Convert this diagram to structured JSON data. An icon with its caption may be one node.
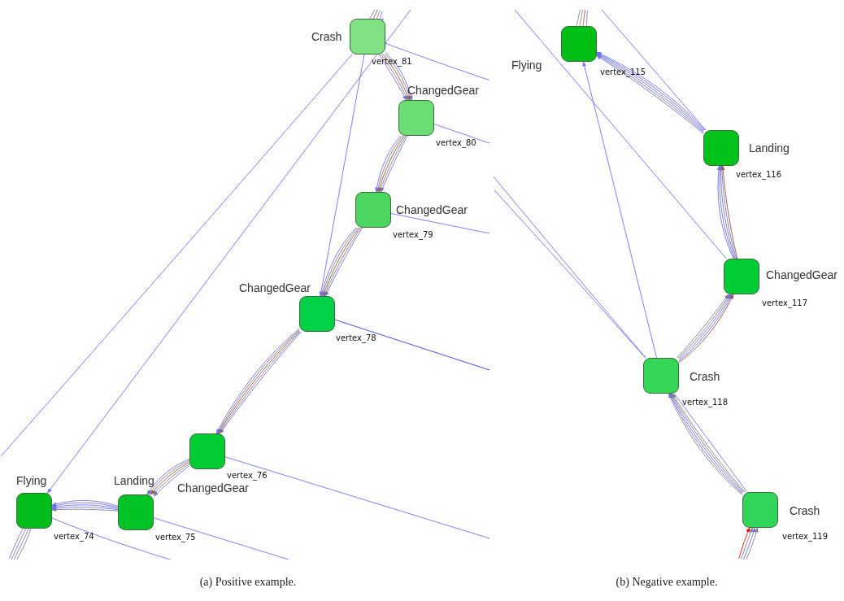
{
  "diagram": {
    "nodes": [
      {
        "text": [
          "Crash"
        ],
        "beside": [
          "vertex_81"
        ]
      },
      {
        "text": [
          "ChangedGear"
        ],
        "beside": [
          "vertex_80"
        ]
      },
      {
        "text": [
          "ChangedGear"
        ],
        "beside": [
          "vertex_79"
        ]
      },
      {
        "text": [
          "ChangedGear"
        ],
        "beside": [
          "vertex_78"
        ]
      },
      {
        "text": [
          "ChangedGear"
        ],
        "beside": [
          "vertex_76"
        ]
      },
      {
        "text": [
          "Landing"
        ],
        "beside": [
          "vertex_75"
        ]
      },
      {
        "text": [
          "Flying"
        ],
        "beside": [
          "vertex_74"
        ]
      },
      {
        "text": [
          "Flying"
        ],
        "beside": [
          "vertex_115"
        ]
      },
      {
        "text": [
          "Landing"
        ],
        "beside": [
          "vertex_116"
        ]
      },
      {
        "text": [
          "ChangedGear"
        ],
        "beside": [
          "vertex_117"
        ]
      },
      {
        "text": [
          "Crash"
        ],
        "beside": [
          "vertex_118"
        ]
      },
      {
        "text": [
          "Crash"
        ],
        "beside": [
          "vertex_119"
        ]
      }
    ],
    "edges": [
      {
        "from": 0,
        "to": 1,
        "arrow": "to"
      },
      {
        "from": 0,
        "to": 1,
        "arrow": "to",
        "color": "#808080"
      },
      {
        "from": 0,
        "to": 1,
        "arrow": "to",
        "color": "#a0523c"
      },
      {
        "from": 0,
        "to": 1,
        "arrow": "to",
        "color": "#808080"
      },
      {
        "from": 0,
        "to": 1,
        "arrow": "to"
      },
      {
        "from": 1,
        "to": 2,
        "arrow": "to"
      },
      {
        "from": 1,
        "to": 2,
        "arrow": "to",
        "color": "#808080"
      },
      {
        "from": 1,
        "to": 2,
        "arrow": "to",
        "color": "#a0523c"
      },
      {
        "from": 1,
        "to": 2,
        "arrow": "to",
        "color": "#808080"
      },
      {
        "from": 1,
        "to": 2,
        "arrow": "to"
      },
      {
        "from": 2,
        "to": 3,
        "arrow": "to"
      },
      {
        "from": 2,
        "to": 3,
        "arrow": "to",
        "color": "#808080"
      },
      {
        "from": 2,
        "to": 3,
        "arrow": "to",
        "color": "#a0523c"
      },
      {
        "from": 2,
        "to": 3,
        "arrow": "to",
        "color": "#808080"
      },
      {
        "from": 2,
        "to": 3,
        "arrow": "to"
      },
      {
        "from": 3,
        "to": 4,
        "arrow": "to"
      },
      {
        "from": 3,
        "to": 4,
        "arrow": "to",
        "color": "#808080"
      },
      {
        "from": 3,
        "to": 4,
        "arrow": "to",
        "color": "#a0523c"
      },
      {
        "from": 3,
        "to": 4,
        "arrow": "to",
        "color": "#808080"
      },
      {
        "from": 3,
        "to": 4,
        "arrow": "to"
      },
      {
        "from": 4,
        "to": 5,
        "arrow": "to"
      },
      {
        "from": 4,
        "to": 5,
        "arrow": "to",
        "color": "#808080"
      },
      {
        "from": 4,
        "to": 5,
        "arrow": "to",
        "color": "#a0523c"
      },
      {
        "from": 4,
        "to": 5,
        "arrow": "to",
        "color": "#808080"
      },
      {
        "from": 4,
        "to": 5,
        "arrow": "to"
      },
      {
        "from": 5,
        "to": 6,
        "arrow": "to",
        "color": "#808080"
      },
      {
        "from": 5,
        "to": 6,
        "arrow": "to"
      },
      {
        "from": 5,
        "to": 6,
        "arrow": "to"
      },
      {
        "from": 5,
        "to": 6,
        "arrow": "to"
      },
      {
        "from": 5,
        "to": 6,
        "arrow": "to"
      },
      {
        "from": null,
        "to": 0,
        "arrow": "to"
      },
      {
        "from": null,
        "to": 0,
        "arrow": "to",
        "color": "#808080"
      },
      {
        "from": null,
        "to": 0,
        "arrow": "to",
        "color": "#a0523c"
      },
      {
        "from": null,
        "to": 0,
        "arrow": "to"
      },
      {
        "from": 6,
        "to": null,
        "arrow": "none",
        "color": "#808080"
      },
      {
        "from": 6,
        "to": null,
        "arrow": "none"
      },
      {
        "from": 6,
        "to": null,
        "arrow": "none",
        "color": "#808080"
      },
      {
        "from": 6,
        "to": null,
        "arrow": "none"
      },
      {
        "from": 0,
        "to": 3,
        "arrow": "to"
      },
      {
        "from": null,
        "to": 6,
        "arrow": "to"
      },
      {
        "from": 0,
        "to": null,
        "arrow": "none"
      },
      {
        "from": 0,
        "to": null,
        "arrow": "none"
      },
      {
        "from": 1,
        "to": null,
        "arrow": "none"
      },
      {
        "from": 2,
        "to": null,
        "arrow": "none"
      },
      {
        "from": 3,
        "to": null,
        "arrow": "none",
        "color": "#3434f0"
      },
      {
        "from": 4,
        "to": null,
        "arrow": "none"
      },
      {
        "from": 5,
        "to": null,
        "arrow": "none"
      },
      {
        "from": 6,
        "to": null,
        "arrow": "none"
      },
      {
        "from": 11,
        "to": 10,
        "arrow": "to",
        "color": "#808080"
      },
      {
        "from": 11,
        "to": 10,
        "arrow": "to"
      },
      {
        "from": 11,
        "to": 10,
        "arrow": "to"
      },
      {
        "from": 11,
        "to": 10,
        "arrow": "to",
        "color": "#808080"
      },
      {
        "from": 11,
        "to": 10,
        "arrow": "to",
        "color": "#808080"
      },
      {
        "from": 10,
        "to": 9,
        "arrow": "to",
        "color": "#808080"
      },
      {
        "from": 10,
        "to": 9,
        "arrow": "to",
        "color": "#808080"
      },
      {
        "from": 10,
        "to": 9,
        "arrow": "to"
      },
      {
        "from": 10,
        "to": 9,
        "arrow": "to"
      },
      {
        "from": 10,
        "to": 9,
        "arrow": "to",
        "color": "#a0523c"
      },
      {
        "from": 9,
        "to": 8,
        "arrow": "to"
      },
      {
        "from": 9,
        "to": 8,
        "arrow": "to"
      },
      {
        "from": 9,
        "to": 8,
        "arrow": "to",
        "color": "#808080"
      },
      {
        "from": 9,
        "to": 8,
        "arrow": "to"
      },
      {
        "from": 9,
        "to": 8,
        "arrow": "to",
        "color": "#a0523c"
      },
      {
        "from": 8,
        "to": 7,
        "arrow": "to"
      },
      {
        "from": 8,
        "to": 7,
        "arrow": "to",
        "color": "#808080"
      },
      {
        "from": 8,
        "to": 7,
        "arrow": "to"
      },
      {
        "from": 8,
        "to": 7,
        "arrow": "to"
      },
      {
        "from": 8,
        "to": 7,
        "arrow": "to"
      },
      {
        "from": 7,
        "to": null,
        "arrow": "none",
        "color": "#808080"
      },
      {
        "from": 7,
        "to": null,
        "arrow": "none",
        "color": "#808080"
      },
      {
        "from": 7,
        "to": null,
        "arrow": "none",
        "color": "#a0523c"
      },
      {
        "from": 7,
        "to": null,
        "arrow": "none"
      },
      {
        "from": null,
        "to": 11,
        "arrow": "to",
        "color": "#ff0000"
      },
      {
        "from": null,
        "to": 11,
        "arrow": "to",
        "color": "#808080"
      },
      {
        "from": null,
        "to": 11,
        "arrow": "to"
      },
      {
        "from": null,
        "to": 11,
        "arrow": "to",
        "color": "#808080"
      },
      {
        "from": 10,
        "to": 7,
        "arrow": "to"
      },
      {
        "from": 9,
        "to": null,
        "arrow": "none"
      },
      {
        "from": 10,
        "to": null,
        "arrow": "none"
      },
      {
        "from": 10,
        "to": null,
        "arrow": "none"
      },
      {
        "from": 10,
        "to": 11,
        "arrow": "none"
      },
      {
        "from": 8,
        "to": null,
        "arrow": "none"
      }
    ],
    "labels": [
      "(a) Positive example.",
      "(b) Negative example."
    ]
  }
}
